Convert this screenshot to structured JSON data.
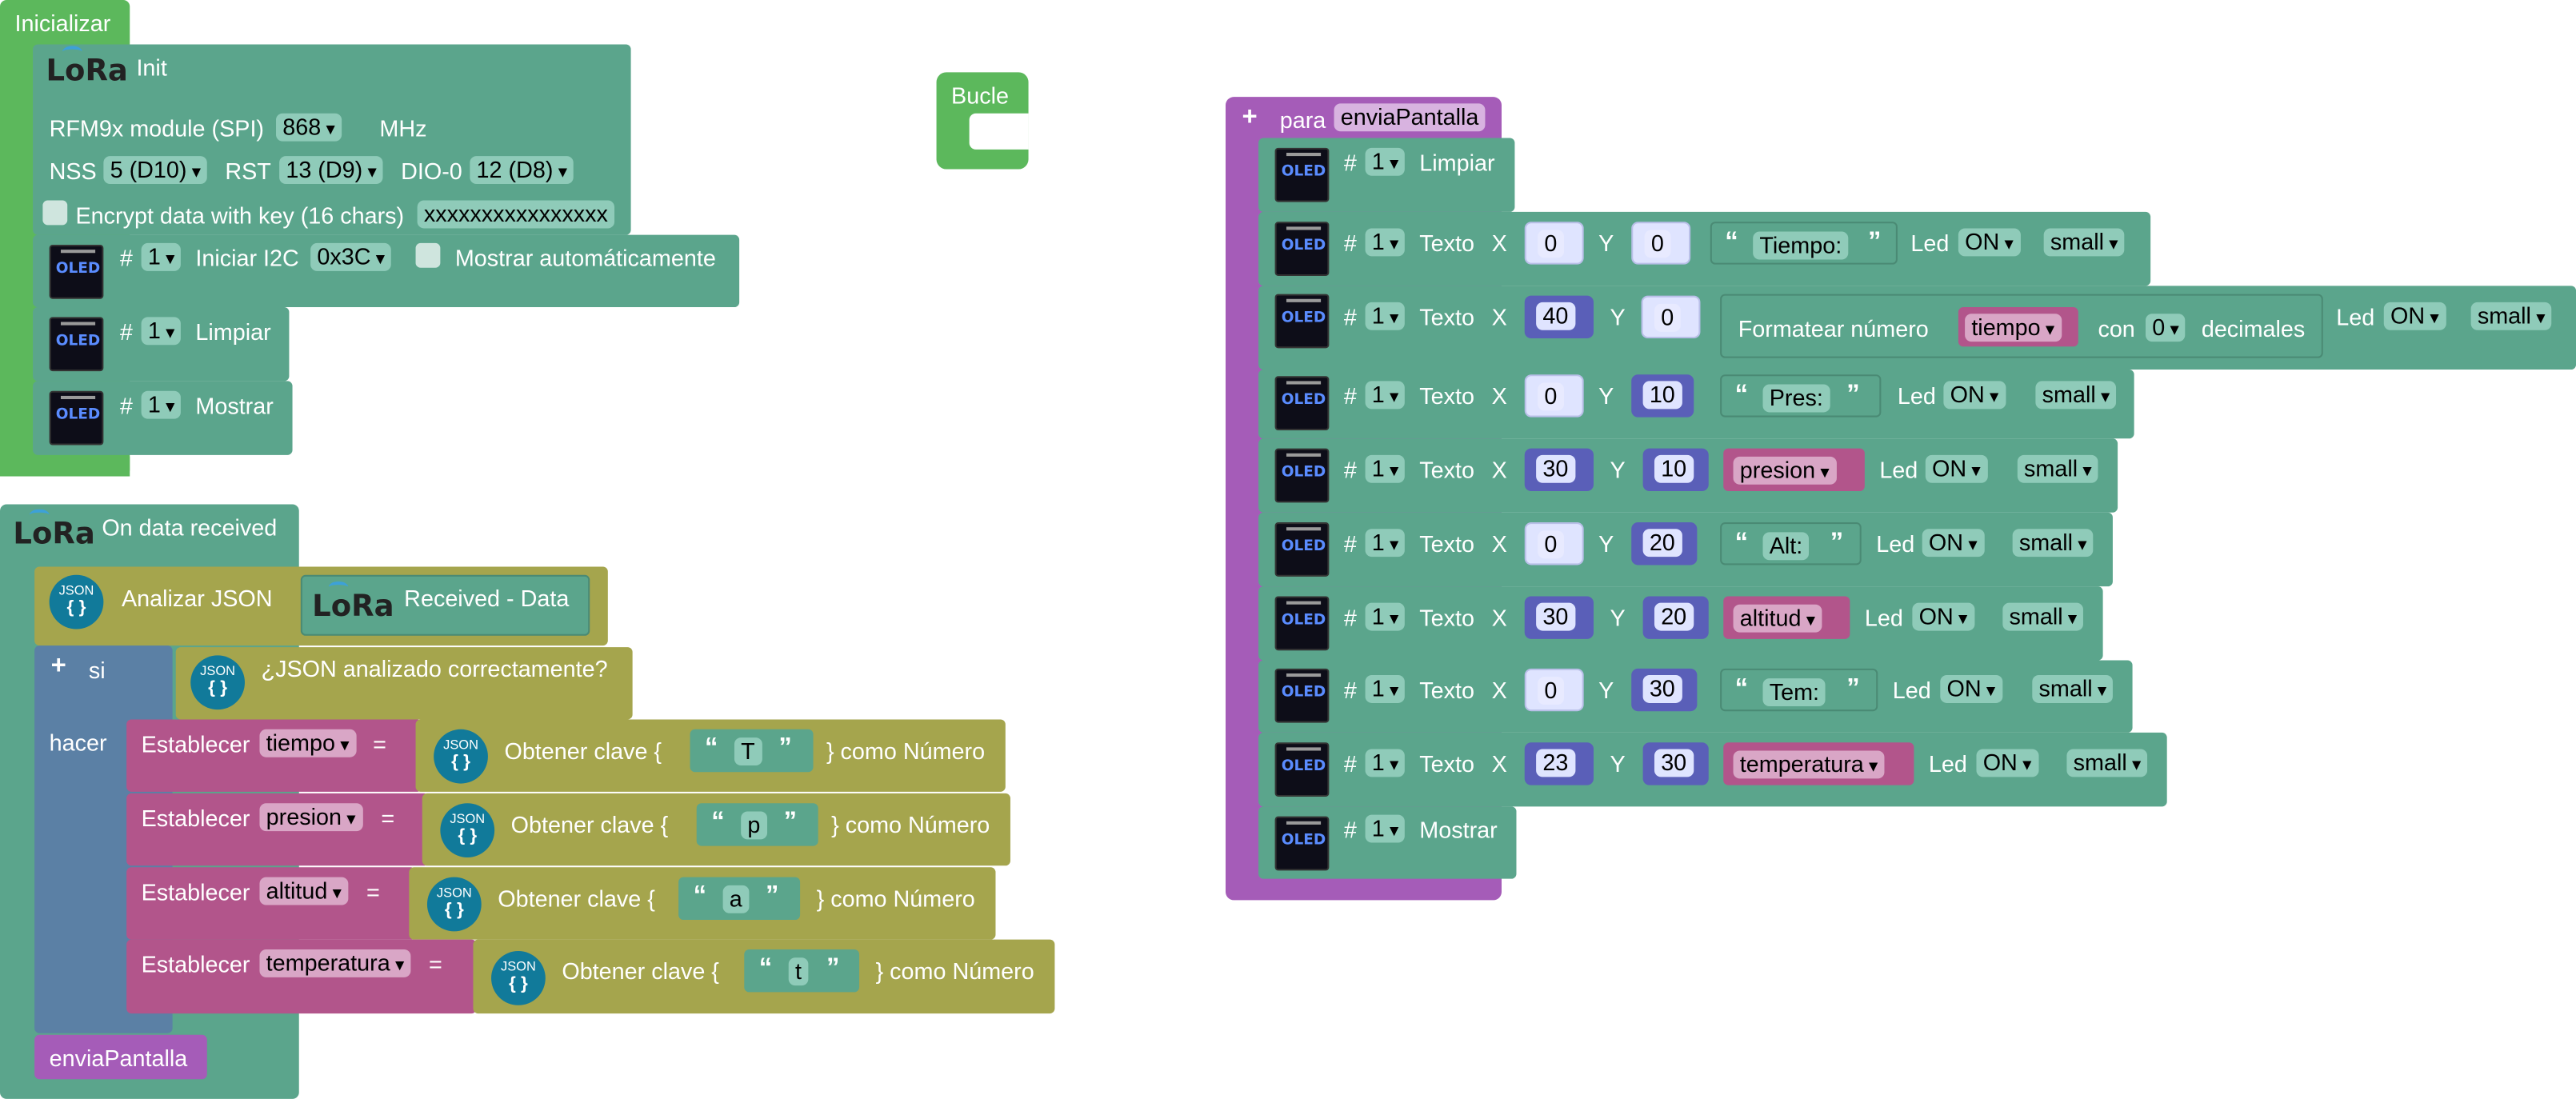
{
  "blocks": {
    "init": {
      "hat_label": "Inicializar",
      "lora_init_label": "Init",
      "lora_logo": "LoRa",
      "module_label": "RFM9x module (SPI)",
      "freq_value": "868",
      "freq_unit": "MHz",
      "nss_label": "NSS",
      "nss_value": "5 (D10)",
      "rst_label": "RST",
      "rst_value": "13 (D9)",
      "dio_label": "DIO-0",
      "dio_value": "12 (D8)",
      "encrypt_label": "Encrypt data with key (16 chars)",
      "encrypt_key": "xxxxxxxxxxxxxxxx",
      "oled_logo": "OLED",
      "i2c_hash": "#",
      "i2c_display": "1",
      "i2c_label": "Iniciar I2C",
      "i2c_addr": "0x3C",
      "auto_label": "Mostrar automáticamente",
      "clear_hash": "#",
      "clear_display": "1",
      "clear_label": "Limpiar",
      "show_hash": "#",
      "show_display": "1",
      "show_label": "Mostrar"
    },
    "loop": {
      "label": "Bucle"
    },
    "received": {
      "lora_logo": "LoRa",
      "hat_label": "On data received",
      "json_top": "JSON",
      "json_braces": "{ }",
      "parse_label": "Analizar JSON",
      "received_label": "Received - Data",
      "if_plus": "+",
      "if_label": "si",
      "parsed_ok_label": "¿JSON analizado correctamente?",
      "do_label": "hacer",
      "sets": [
        {
          "set_label": "Establecer",
          "var": "tiempo",
          "eq": "=",
          "get_label": "Obtener clave {",
          "key": "T",
          "as_label": "} como Número"
        },
        {
          "set_label": "Establecer",
          "var": "presion",
          "eq": "=",
          "get_label": "Obtener clave {",
          "key": "p",
          "as_label": "} como Número"
        },
        {
          "set_label": "Establecer",
          "var": "altitud",
          "eq": "=",
          "get_label": "Obtener clave {",
          "key": "a",
          "as_label": "} como Número"
        },
        {
          "set_label": "Establecer",
          "var": "temperatura",
          "eq": "=",
          "get_label": "Obtener clave {",
          "key": "t",
          "as_label": "} como Número"
        }
      ],
      "call_label": "enviaPantalla"
    },
    "proc": {
      "plus": "+",
      "para_label": "para",
      "name": "enviaPantalla",
      "oled_logo": "OLED",
      "hash": "#",
      "clear_display": "1",
      "clear_label": "Limpiar",
      "texto_label": "Texto",
      "x_label": "X",
      "y_label": "Y",
      "led_label": "Led",
      "lines": [
        {
          "display": "1",
          "x": "0",
          "y": "0",
          "text": "Tiempo:",
          "led": "ON",
          "size": "small"
        },
        {
          "display": "1",
          "x": "40",
          "y": "0",
          "format_label": "Formatear número",
          "var": "tiempo",
          "con_label": "con",
          "decimals": "0",
          "dec_label": "decimales",
          "led": "ON",
          "size": "small"
        },
        {
          "display": "1",
          "x": "0",
          "y": "10",
          "text": "Pres:",
          "led": "ON",
          "size": "small"
        },
        {
          "display": "1",
          "x": "30",
          "y": "10",
          "var": "presion",
          "led": "ON",
          "size": "small"
        },
        {
          "display": "1",
          "x": "0",
          "y": "20",
          "text": "Alt:",
          "led": "ON",
          "size": "small"
        },
        {
          "display": "1",
          "x": "30",
          "y": "20",
          "var": "altitud",
          "led": "ON",
          "size": "small"
        },
        {
          "display": "1",
          "x": "0",
          "y": "30",
          "text": "Tem:",
          "led": "ON",
          "size": "small"
        },
        {
          "display": "1",
          "x": "23",
          "y": "30",
          "var": "temperatura",
          "led": "ON",
          "size": "small"
        }
      ],
      "show_display": "1",
      "show_label": "Mostrar"
    }
  },
  "colors": {
    "loop": "#5cb85c",
    "lora_oled": "#5ba58c",
    "json": "#a5a54d",
    "variables": "#b2558b",
    "procedures": "#a55cb8",
    "logic": "#5b80a5",
    "number_var": "#5a5fb8"
  },
  "icons": [
    "lora-logo-icon",
    "oled-icon",
    "json-icon",
    "checkbox-icon",
    "dropdown-arrow-icon",
    "plus-icon",
    "quote-icon"
  ]
}
